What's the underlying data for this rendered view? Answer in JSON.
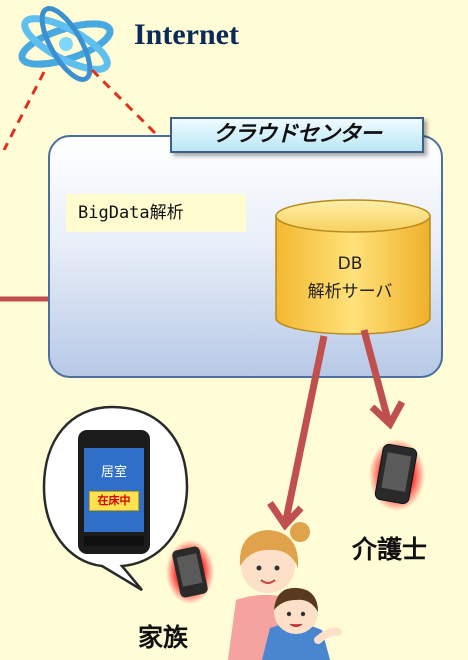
{
  "internet": {
    "label": "Internet"
  },
  "cloud_center": {
    "title": "クラウドセンター",
    "analysis_label": "BigData解析"
  },
  "db_server": {
    "line1": "DB",
    "line2": "解析サーバ"
  },
  "recipients": {
    "caregiver": "介護士",
    "family": "家族"
  },
  "phone_screen": {
    "room": "居室",
    "status": "在床中"
  },
  "colors": {
    "background": "#fffcd6",
    "connection_line": "#c0504d",
    "internet_link": "#e03020",
    "cloud_border": "#4a6fa0",
    "db_cylinder": "#f6c040"
  }
}
